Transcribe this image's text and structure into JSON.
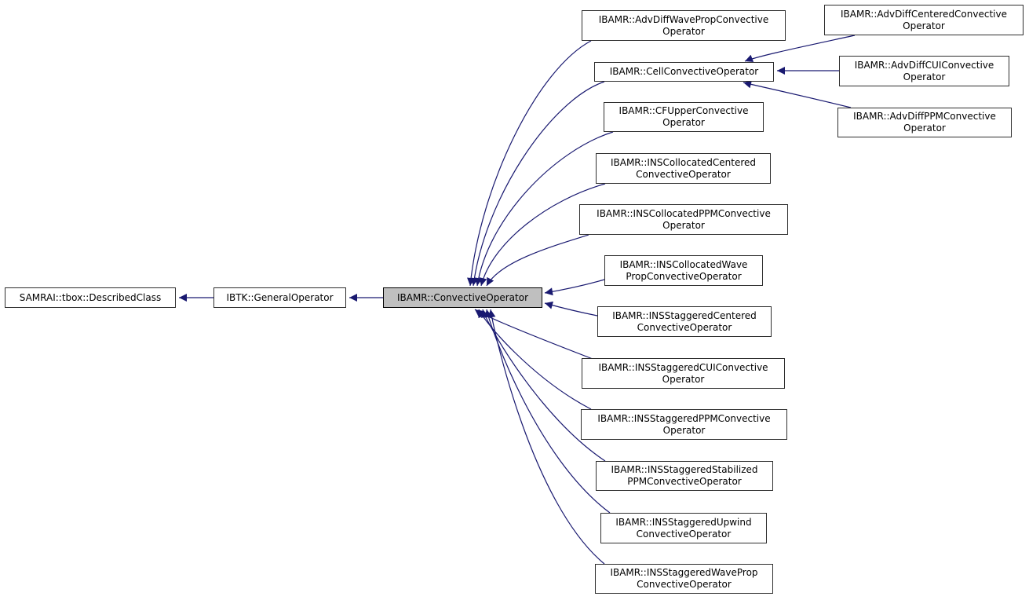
{
  "diagram": {
    "kind": "class-inheritance-graph",
    "focus_class": "IBAMR::ConvectiveOperator",
    "colors": {
      "background": "#ffffff",
      "edge": "#191970",
      "node_border": "#2e2e2e",
      "node_background": "#ffffff",
      "selected_node_background": "#bfbfbf",
      "text": "#000000"
    },
    "nodes": [
      {
        "id": "DescribedClass",
        "label": "SAMRAI::tbox::DescribedClass"
      },
      {
        "id": "GeneralOperator",
        "label": "IBTK::GeneralOperator"
      },
      {
        "id": "ConvectiveOperator",
        "label": "IBAMR::ConvectiveOperator",
        "selected": true
      },
      {
        "id": "AdvDiffWavePropConvectiveOperator",
        "label": "IBAMR::AdvDiffWavePropConvective\nOperator"
      },
      {
        "id": "CellConvectiveOperator",
        "label": "IBAMR::CellConvectiveOperator"
      },
      {
        "id": "CFUpperConvectiveOperator",
        "label": "IBAMR::CFUpperConvective\nOperator"
      },
      {
        "id": "INSCollocatedCenteredConvectiveOperator",
        "label": "IBAMR::INSCollocatedCentered\nConvectiveOperator"
      },
      {
        "id": "INSCollocatedPPMConvectiveOperator",
        "label": "IBAMR::INSCollocatedPPMConvective\nOperator"
      },
      {
        "id": "INSCollocatedWavePropConvectiveOperator",
        "label": "IBAMR::INSCollocatedWave\nPropConvectiveOperator"
      },
      {
        "id": "INSStaggeredCenteredConvectiveOperator",
        "label": "IBAMR::INSStaggeredCentered\nConvectiveOperator"
      },
      {
        "id": "INSStaggeredCUIConvectiveOperator",
        "label": "IBAMR::INSStaggeredCUIConvective\nOperator"
      },
      {
        "id": "INSStaggeredPPMConvectiveOperator",
        "label": "IBAMR::INSStaggeredPPMConvective\nOperator"
      },
      {
        "id": "INSStaggeredStabilizedPPMConvectiveOperator",
        "label": "IBAMR::INSStaggeredStabilized\nPPMConvectiveOperator"
      },
      {
        "id": "INSStaggeredUpwindConvectiveOperator",
        "label": "IBAMR::INSStaggeredUpwind\nConvectiveOperator"
      },
      {
        "id": "INSStaggeredWavePropConvectiveOperator",
        "label": "IBAMR::INSStaggeredWaveProp\nConvectiveOperator"
      },
      {
        "id": "AdvDiffCenteredConvectiveOperator",
        "label": "IBAMR::AdvDiffCenteredConvective\nOperator"
      },
      {
        "id": "AdvDiffCUIConvectiveOperator",
        "label": "IBAMR::AdvDiffCUIConvective\nOperator"
      },
      {
        "id": "AdvDiffPPMConvectiveOperator",
        "label": "IBAMR::AdvDiffPPMConvective\nOperator"
      }
    ],
    "edges": [
      {
        "from": "IBTK::GeneralOperator",
        "to": "SAMRAI::tbox::DescribedClass"
      },
      {
        "from": "IBAMR::ConvectiveOperator",
        "to": "IBTK::GeneralOperator"
      },
      {
        "from": "IBAMR::AdvDiffWavePropConvectiveOperator",
        "to": "IBAMR::ConvectiveOperator"
      },
      {
        "from": "IBAMR::CellConvectiveOperator",
        "to": "IBAMR::ConvectiveOperator"
      },
      {
        "from": "IBAMR::CFUpperConvectiveOperator",
        "to": "IBAMR::ConvectiveOperator"
      },
      {
        "from": "IBAMR::INSCollocatedCenteredConvectiveOperator",
        "to": "IBAMR::ConvectiveOperator"
      },
      {
        "from": "IBAMR::INSCollocatedPPMConvectiveOperator",
        "to": "IBAMR::ConvectiveOperator"
      },
      {
        "from": "IBAMR::INSCollocatedWavePropConvectiveOperator",
        "to": "IBAMR::ConvectiveOperator"
      },
      {
        "from": "IBAMR::INSStaggeredCenteredConvectiveOperator",
        "to": "IBAMR::ConvectiveOperator"
      },
      {
        "from": "IBAMR::INSStaggeredCUIConvectiveOperator",
        "to": "IBAMR::ConvectiveOperator"
      },
      {
        "from": "IBAMR::INSStaggeredPPMConvectiveOperator",
        "to": "IBAMR::ConvectiveOperator"
      },
      {
        "from": "IBAMR::INSStaggeredStabilizedPPMConvectiveOperator",
        "to": "IBAMR::ConvectiveOperator"
      },
      {
        "from": "IBAMR::INSStaggeredUpwindConvectiveOperator",
        "to": "IBAMR::ConvectiveOperator"
      },
      {
        "from": "IBAMR::INSStaggeredWavePropConvectiveOperator",
        "to": "IBAMR::ConvectiveOperator"
      },
      {
        "from": "IBAMR::AdvDiffCenteredConvectiveOperator",
        "to": "IBAMR::CellConvectiveOperator"
      },
      {
        "from": "IBAMR::AdvDiffCUIConvectiveOperator",
        "to": "IBAMR::CellConvectiveOperator"
      },
      {
        "from": "IBAMR::AdvDiffPPMConvectiveOperator",
        "to": "IBAMR::CellConvectiveOperator"
      }
    ]
  }
}
